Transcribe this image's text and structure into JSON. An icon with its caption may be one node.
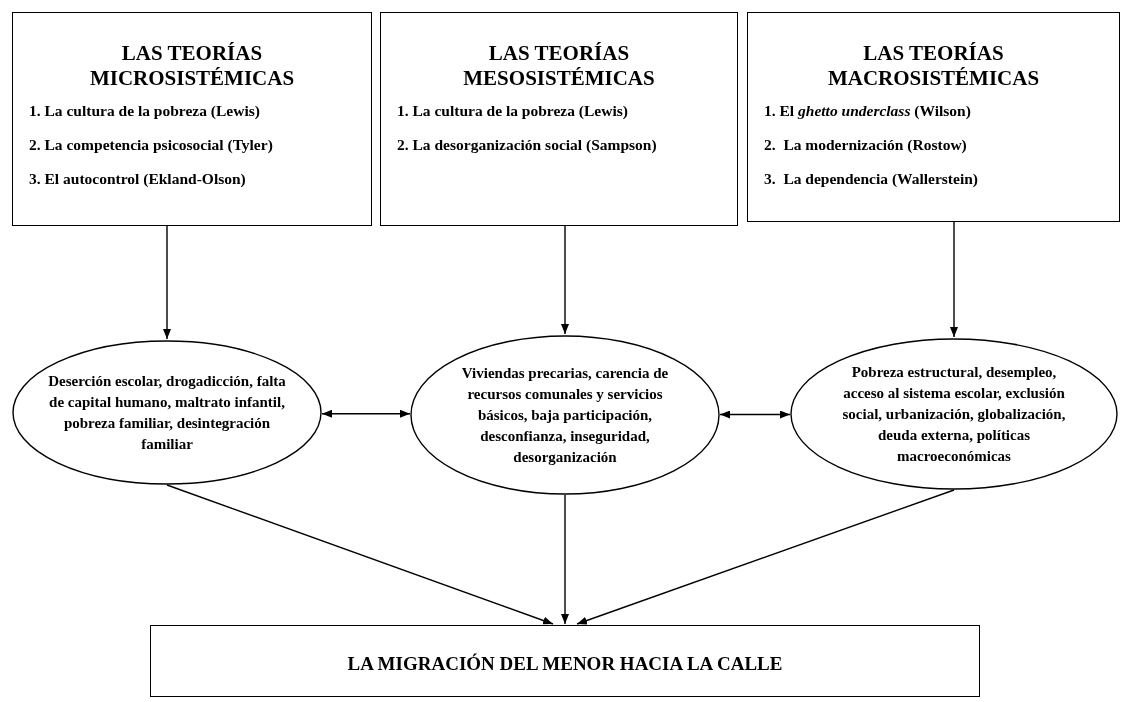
{
  "diagram": {
    "nodes": [
      {
        "text": [
          "LAS TEORÍAS MICROSISTÉMICAS",
          "1. La cultura de la pobreza (Lewis)",
          "2. La competencia psicosocial (Tyler)",
          "3. El autocontrol (Ekland-Olson)"
        ]
      },
      {
        "text": [
          "LAS TEORÍAS MESOSISTÉMICAS",
          "1. La cultura de la pobreza (Lewis)",
          "2. La desorganización social (Sampson)"
        ]
      },
      {
        "text": [
          "LAS TEORÍAS MACROSISTÉMICAS",
          "1. El *ghetto underclass* (Wilson)",
          "2.  La modernización (Rostow)",
          "3.  La dependencia (Wallerstein)"
        ]
      },
      {
        "text": [
          "Deserción escolar, drogadicción, falta de capital humano, maltrato infantil, pobreza familiar, desintegración familiar"
        ]
      },
      {
        "text": [
          "Viviendas precarias, carencia de recursos comunales y servicios básicos, baja participación, desconfianza, inseguridad, desorganización"
        ]
      },
      {
        "text": [
          "Pobreza estructural, desempleo, acceso al sistema escolar, exclusión social, urbanización, globalización, deuda externa, políticas macroeconómicas"
        ]
      },
      {
        "text": [
          "LA MIGRACIÓN DEL MENOR HACIA LA CALLE"
        ]
      }
    ],
    "edges": [
      {
        "from": 0,
        "to": 3,
        "arrow": "to"
      },
      {
        "from": 1,
        "to": 4,
        "arrow": "to"
      },
      {
        "from": 2,
        "to": 5,
        "arrow": "to"
      },
      {
        "from": 3,
        "to": 4,
        "arrow": "both"
      },
      {
        "from": 4,
        "to": 5,
        "arrow": "both"
      },
      {
        "from": 3,
        "to": 6,
        "arrow": "to"
      },
      {
        "from": 4,
        "to": 6,
        "arrow": "to"
      },
      {
        "from": 5,
        "to": 6,
        "arrow": "to"
      }
    ]
  }
}
